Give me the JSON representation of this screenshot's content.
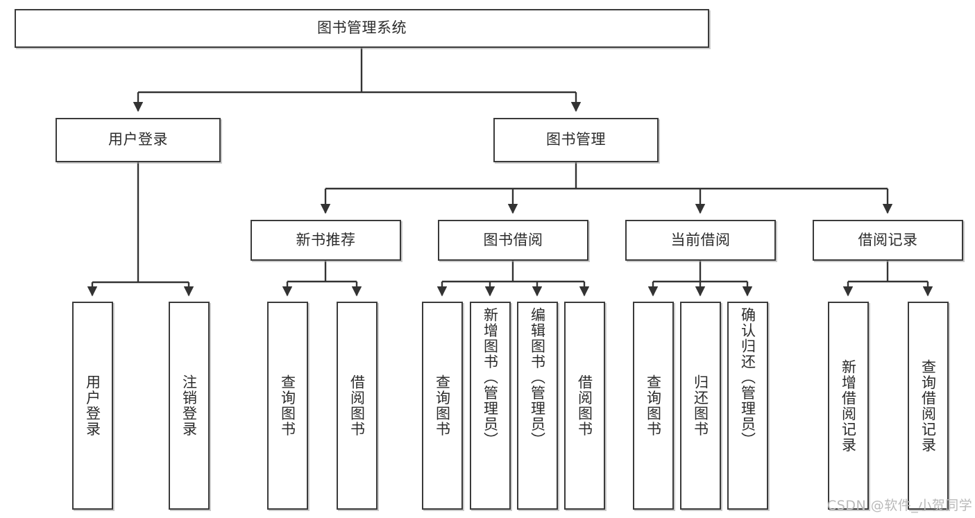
{
  "diagram": {
    "title": "图书管理系统",
    "type": "tree-hierarchy-chart",
    "background_color": "#ffffff",
    "node_border_color": "#3a3a3a",
    "node_fill_color": "#ffffff",
    "edge_color": "#333333",
    "watermark": "CSDN @软件_小贺同学"
  },
  "nodes": {
    "root": {
      "label": "图书管理系统"
    },
    "level2": [
      {
        "id": "user-login",
        "label": "用户登录"
      },
      {
        "id": "book-management",
        "label": "图书管理"
      }
    ],
    "level3": [
      {
        "id": "new-book-recommend",
        "label": "新书推荐"
      },
      {
        "id": "book-borrow",
        "label": "图书借阅"
      },
      {
        "id": "current-borrow",
        "label": "当前借阅"
      },
      {
        "id": "borrow-record",
        "label": "借阅记录"
      }
    ],
    "leaves": {
      "user-login": [
        {
          "id": "leaf-user-login",
          "label": "用户登录"
        },
        {
          "id": "leaf-logout",
          "label": "注销登录"
        }
      ],
      "new-book-recommend": [
        {
          "id": "leaf-query-book-1",
          "label": "查询图书"
        },
        {
          "id": "leaf-borrow-book-1",
          "label": "借阅图书"
        }
      ],
      "book-borrow": [
        {
          "id": "leaf-query-book-2",
          "label": "查询图书"
        },
        {
          "id": "leaf-add-book",
          "label": "新增图书（管理员）"
        },
        {
          "id": "leaf-edit-book",
          "label": "编辑图书（管理员）"
        },
        {
          "id": "leaf-borrow-book-2",
          "label": "借阅图书"
        }
      ],
      "current-borrow": [
        {
          "id": "leaf-query-book-3",
          "label": "查询图书"
        },
        {
          "id": "leaf-return-book",
          "label": "归还图书"
        },
        {
          "id": "leaf-confirm-return",
          "label": "确认归还（管理员）"
        }
      ],
      "borrow-record": [
        {
          "id": "leaf-add-record",
          "label": "新增借阅记录"
        },
        {
          "id": "leaf-query-record",
          "label": "查询借阅记录"
        }
      ]
    }
  }
}
